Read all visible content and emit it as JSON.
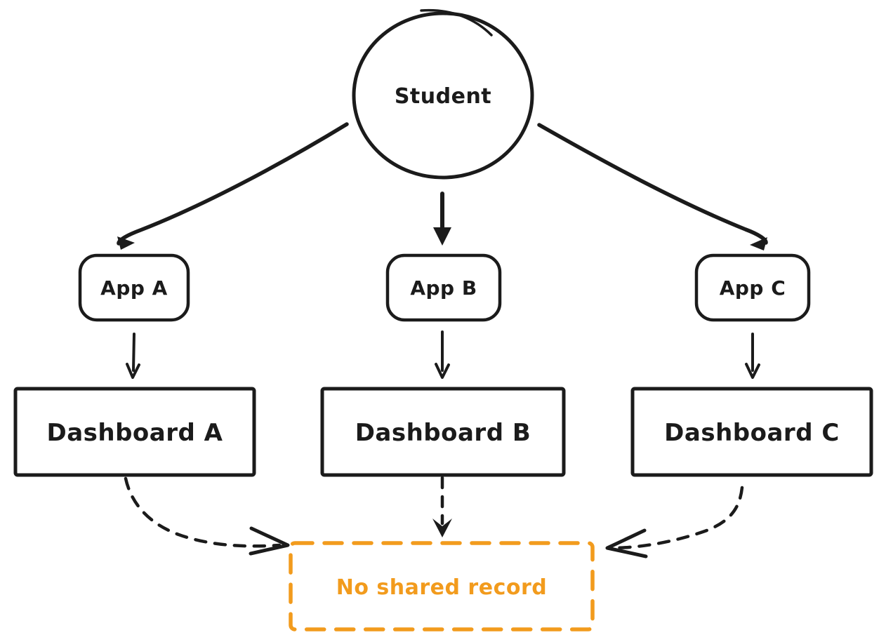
{
  "canvas": {
    "background": "#ffffff",
    "stroke_color": "#1b1b1b",
    "accent_color": "#F29B1D"
  },
  "nodes": {
    "student": {
      "label": "Student",
      "shape": "circle"
    },
    "app_a": {
      "label": "App A",
      "shape": "rounded-rect"
    },
    "app_b": {
      "label": "App B",
      "shape": "rounded-rect"
    },
    "app_c": {
      "label": "App C",
      "shape": "rounded-rect"
    },
    "dashboard_a": {
      "label": "Dashboard A",
      "shape": "rect"
    },
    "dashboard_b": {
      "label": "Dashboard B",
      "shape": "rect"
    },
    "dashboard_c": {
      "label": "Dashboard C",
      "shape": "rect"
    },
    "no_shared_record": {
      "label": "No shared record",
      "shape": "dashed-rect",
      "color": "#F29B1D"
    }
  },
  "edges": [
    {
      "from": "student",
      "to": "app_a",
      "style": "solid"
    },
    {
      "from": "student",
      "to": "app_b",
      "style": "solid"
    },
    {
      "from": "student",
      "to": "app_c",
      "style": "solid"
    },
    {
      "from": "app_a",
      "to": "dashboard_a",
      "style": "solid"
    },
    {
      "from": "app_b",
      "to": "dashboard_b",
      "style": "solid"
    },
    {
      "from": "app_c",
      "to": "dashboard_c",
      "style": "solid"
    },
    {
      "from": "dashboard_a",
      "to": "no_shared_record",
      "style": "dashed"
    },
    {
      "from": "dashboard_b",
      "to": "no_shared_record",
      "style": "dashed"
    },
    {
      "from": "dashboard_c",
      "to": "no_shared_record",
      "style": "dashed"
    }
  ]
}
